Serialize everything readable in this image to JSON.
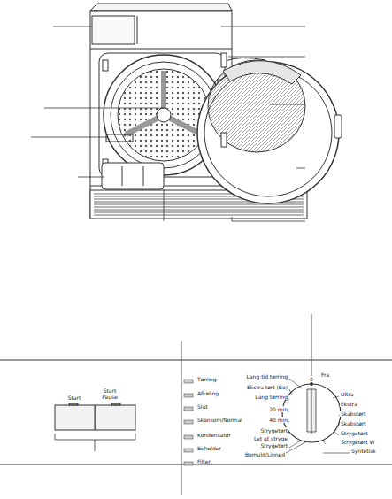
{
  "diagram": {
    "labels": [
      "Start",
      "Start",
      "Pause",
      "Tørring",
      "Afkøling",
      "Slut",
      "Skånsom/Normal",
      "Kondensator",
      "Beholder",
      "Filter",
      "Fra",
      "0",
      "Lang tid tørring",
      "Ekstra tørt (Bo)",
      "Lang tørring",
      "20 min",
      "40 min",
      "Strygetørt",
      "Let at stryge",
      "Strygetørt",
      "Bomuld/Linned",
      "Ultra",
      "Ekstra",
      "Skabstørt",
      "Skabstørt",
      "Strygetørt",
      "Strygetørt W",
      "Syntetisk"
    ]
  }
}
